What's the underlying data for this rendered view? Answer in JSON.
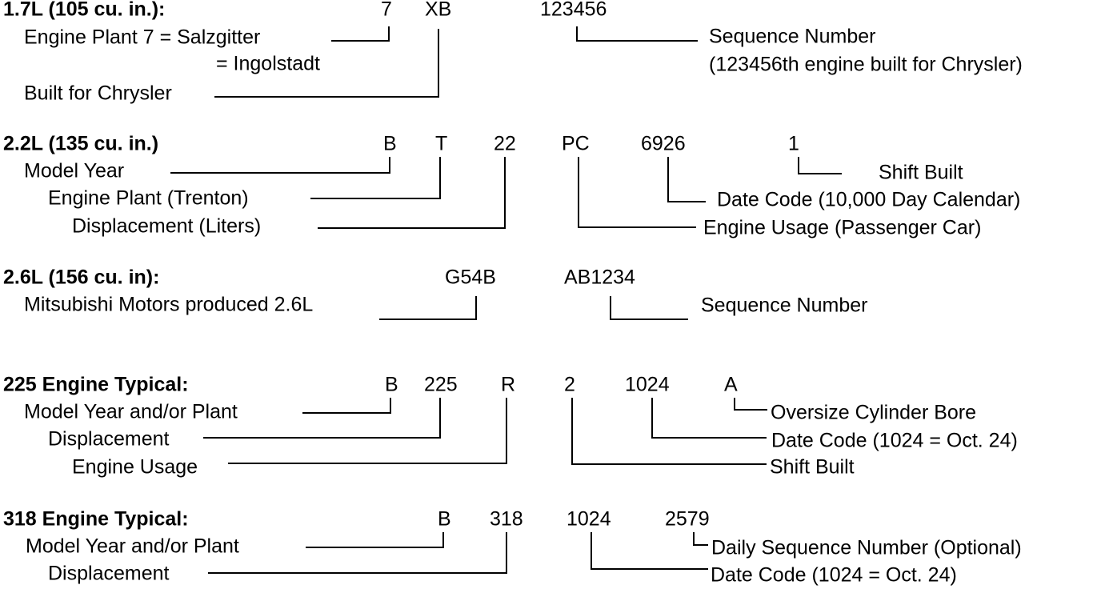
{
  "sections": [
    {
      "heading": "1.7L (105 cu. in.):",
      "codes": [
        "7",
        "XB",
        "123456"
      ],
      "labels": [
        "Engine Plant 7 = Salzgitter",
        "= Ingolstadt",
        "Built for Chrysler",
        "Sequence Number",
        "(123456th engine built for Chrysler)"
      ]
    },
    {
      "heading": "2.2L (135 cu. in.)",
      "codes": [
        "B",
        "T",
        "22",
        "PC",
        "6926",
        "1"
      ],
      "labels": [
        "Model Year",
        "Engine Plant (Trenton)",
        "Displacement (Liters)",
        "Shift Built",
        "Date Code (10,000 Day Calendar)",
        "Engine Usage (Passenger Car)"
      ]
    },
    {
      "heading": "2.6L (156 cu. in):",
      "codes": [
        "G54B",
        "AB1234"
      ],
      "labels": [
        "Mitsubishi Motors produced 2.6L",
        "Sequence Number"
      ]
    },
    {
      "heading": "225 Engine Typical:",
      "codes": [
        "B",
        "225",
        "R",
        "2",
        "1024",
        "A"
      ],
      "labels": [
        "Model Year and/or Plant",
        "Displacement",
        "Engine Usage",
        "Oversize Cylinder Bore",
        "Date Code (1024 = Oct. 24)",
        "Shift Built"
      ]
    },
    {
      "heading": "318 Engine Typical:",
      "codes": [
        "B",
        "318",
        "1024",
        "2579"
      ],
      "labels": [
        "Model Year and/or Plant",
        "Displacement",
        "Daily Sequence Number (Optional)",
        "Date Code (1024 = Oct. 24)"
      ]
    }
  ]
}
